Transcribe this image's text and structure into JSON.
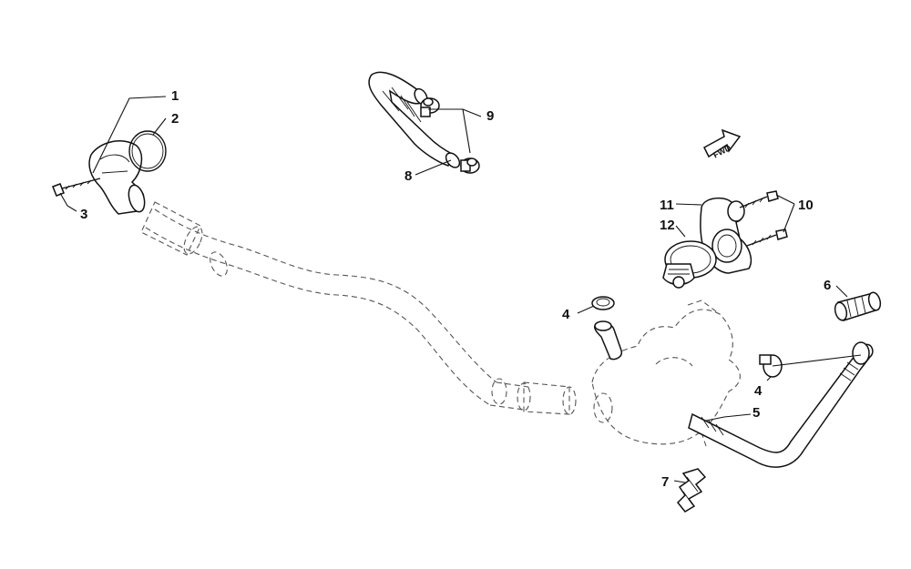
{
  "callouts": [
    {
      "id": "1",
      "label": "1"
    },
    {
      "id": "2",
      "label": "2"
    },
    {
      "id": "3",
      "label": "3"
    },
    {
      "id": "4a",
      "label": "4"
    },
    {
      "id": "4b",
      "label": "4"
    },
    {
      "id": "5",
      "label": "5"
    },
    {
      "id": "6",
      "label": "6"
    },
    {
      "id": "7",
      "label": "7"
    },
    {
      "id": "8",
      "label": "8"
    },
    {
      "id": "9",
      "label": "9"
    },
    {
      "id": "10",
      "label": "10"
    },
    {
      "id": "11",
      "label": "11"
    },
    {
      "id": "12",
      "label": "12"
    }
  ],
  "direction_arrow": {
    "label": "FWD"
  }
}
